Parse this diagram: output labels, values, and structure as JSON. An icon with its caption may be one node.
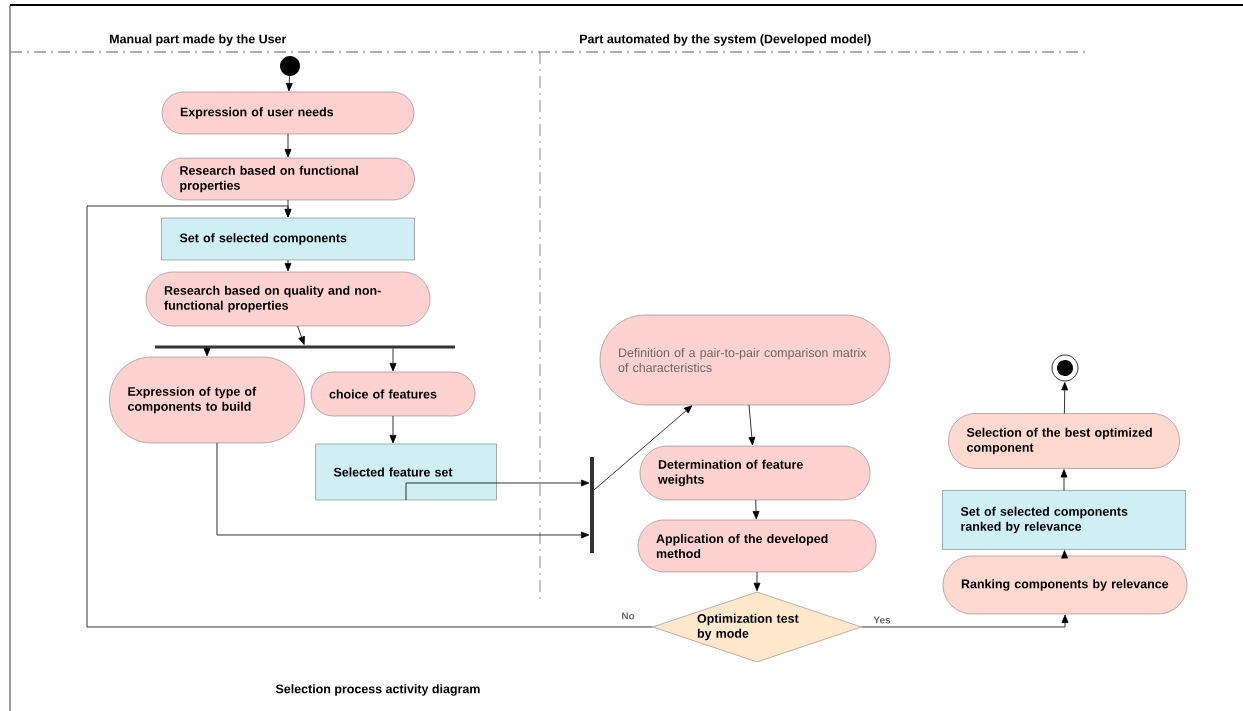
{
  "diagram": {
    "caption": "Selection process activity diagram",
    "nodes": [
      {
        "text": [],
        "shape": "circle"
      },
      {
        "text": [
          "Expression of user needs"
        ]
      },
      {
        "text": [
          "Research based on functional properties"
        ]
      },
      {
        "text": [
          "Set of selected components"
        ]
      },
      {
        "text": [
          "Research based on quality and non-functional properties"
        ]
      },
      {
        "text": [],
        "shape": "bar"
      },
      {
        "text": [
          "Expression of type of components to build"
        ]
      },
      {
        "text": [
          "choice of features"
        ]
      },
      {
        "text": [
          "Selected feature set"
        ]
      },
      {
        "text": [],
        "shape": "bar"
      },
      {
        "text": [
          "Definition of a pair-to-pair comparison matrix of characteristics"
        ]
      },
      {
        "text": [
          "Determination of feature weights"
        ]
      },
      {
        "text": [
          "Application of the developed method"
        ]
      },
      {
        "text": [
          "Optimization test by mode"
        ]
      },
      {
        "text": [
          "Ranking components by relevance"
        ]
      },
      {
        "text": [
          "Set of selected components ranked by relevance"
        ]
      },
      {
        "text": [
          "Selection of the best optimized component"
        ]
      },
      {
        "text": [],
        "shape": "circle"
      }
    ],
    "edges": [
      {
        "from": 0,
        "to": 1,
        "arrow": "to"
      },
      {
        "from": 1,
        "to": 2,
        "arrow": "to"
      },
      {
        "from": 2,
        "to": 3,
        "arrow": "to"
      },
      {
        "from": 3,
        "to": 4,
        "arrow": "to"
      },
      {
        "from": 4,
        "to": 5,
        "arrow": "to"
      },
      {
        "from": 5,
        "to": 6,
        "arrow": "to"
      },
      {
        "from": 5,
        "to": 7,
        "arrow": "to"
      },
      {
        "from": 7,
        "to": 8,
        "arrow": "to"
      },
      {
        "from": 8,
        "to": 9,
        "arrow": "to"
      },
      {
        "from": 6,
        "to": 9,
        "arrow": "to"
      },
      {
        "from": 9,
        "to": 10,
        "arrow": "to"
      },
      {
        "from": 10,
        "to": 11,
        "arrow": "to"
      },
      {
        "from": 11,
        "to": 12,
        "arrow": "to"
      },
      {
        "from": 12,
        "to": 13,
        "arrow": "to"
      },
      {
        "from": 13,
        "to": 3,
        "arrow": "to",
        "label": "No"
      },
      {
        "from": 13,
        "to": 14,
        "arrow": "to",
        "label": "Yes"
      },
      {
        "from": 14,
        "to": 15,
        "arrow": "to"
      },
      {
        "from": 15,
        "to": 16,
        "arrow": "to"
      },
      {
        "from": 16,
        "to": 17,
        "arrow": "to"
      }
    ],
    "labels": [
      "Manual part made by the User",
      "Part automated by the system (Developed model)"
    ]
  }
}
